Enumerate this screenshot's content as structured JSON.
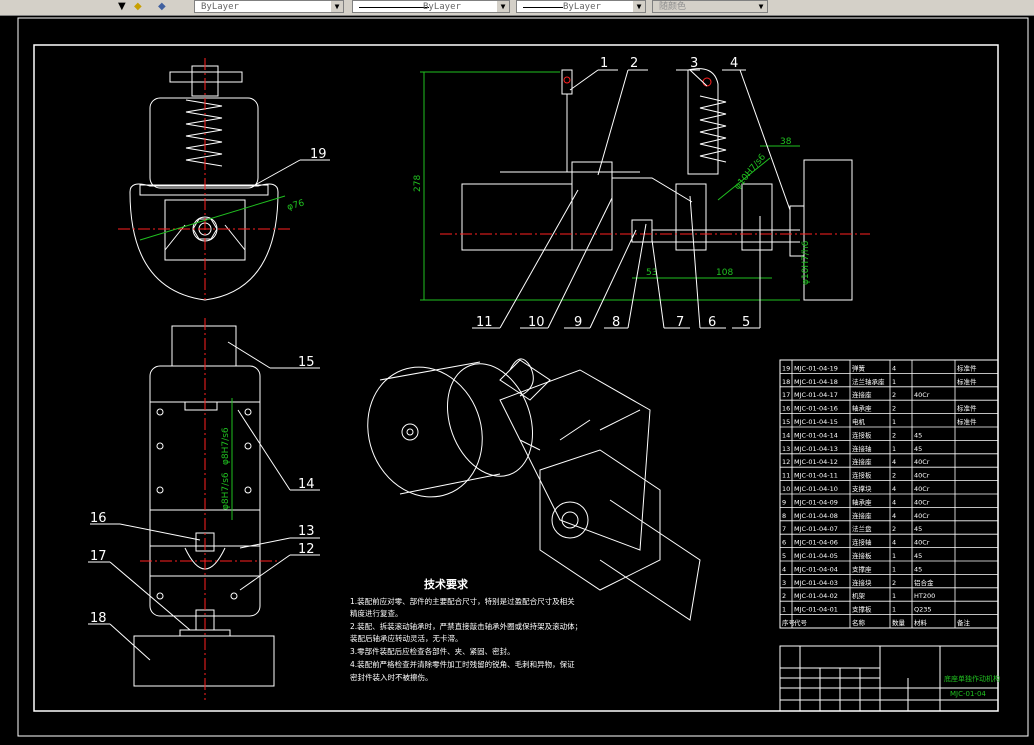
{
  "toolbar": {
    "layer_color_combo": "ByLayer",
    "linetype_combo": "ByLayer",
    "lineweight_combo": "ByLayer",
    "plotstyle_combo": "随颜色"
  },
  "drawing": {
    "balloons_front": [
      "1",
      "2",
      "3",
      "4"
    ],
    "balloons_front_bottom": [
      "11",
      "10",
      "9",
      "8",
      "7",
      "6",
      "5"
    ],
    "dims_front": {
      "height": "278",
      "a": "38",
      "b": "53",
      "c": "108",
      "d": "φ10H7/h6",
      "e": "φ10H7/s6"
    },
    "balloons_left": [
      "19",
      "15",
      "14",
      "16",
      "13",
      "12",
      "17",
      "18"
    ],
    "dims_left": {
      "dia": "φ76",
      "fit1": "φ8H7/s6",
      "fit2": "φ8H7/s6"
    }
  },
  "tech": {
    "title": "技术要求",
    "lines": [
      "1.装配前应对零、部件的主要配合尺寸，特别是过盈配合尺寸及相关",
      "精度进行复查。",
      "2.装配、拆装滚动轴承时，严禁直接敲击轴承外圈或保持架及滚动体；",
      "装配后轴承应转动灵活，无卡滞。",
      "3.零部件装配后应检查各部件、夹、紧固、密封。",
      "4.装配前严格检查并清除零件加工时残留的锐角、毛刺和异物，保证",
      "密封件装入时不被擦伤。"
    ]
  },
  "bom": {
    "rows": [
      [
        "19",
        "MJC-01-04-19",
        "弹簧",
        "4",
        "",
        "标准件"
      ],
      [
        "18",
        "MJC-01-04-18",
        "法兰轴承座",
        "1",
        "",
        "标准件"
      ],
      [
        "17",
        "MJC-01-04-17",
        "连接座",
        "2",
        "40Cr",
        ""
      ],
      [
        "16",
        "MJC-01-04-16",
        "轴承座",
        "2",
        "",
        "标准件"
      ],
      [
        "15",
        "MJC-01-04-15",
        "电机",
        "1",
        "",
        "标准件"
      ],
      [
        "14",
        "MJC-01-04-14",
        "连接板",
        "2",
        "45",
        ""
      ],
      [
        "13",
        "MJC-01-04-13",
        "连接轴",
        "1",
        "45",
        ""
      ],
      [
        "12",
        "MJC-01-04-12",
        "连接座",
        "4",
        "40Cr",
        ""
      ],
      [
        "11",
        "MJC-01-04-11",
        "连接板",
        "2",
        "40Cr",
        ""
      ],
      [
        "10",
        "MJC-01-04-10",
        "支撑块",
        "4",
        "40Cr",
        ""
      ],
      [
        "9",
        "MJC-01-04-09",
        "轴承座",
        "4",
        "40Cr",
        ""
      ],
      [
        "8",
        "MJC-01-04-08",
        "连接座",
        "4",
        "40Cr",
        ""
      ],
      [
        "7",
        "MJC-01-04-07",
        "法兰盘",
        "2",
        "45",
        ""
      ],
      [
        "6",
        "MJC-01-04-06",
        "连接轴",
        "4",
        "40Cr",
        ""
      ],
      [
        "5",
        "MJC-01-04-05",
        "连接板",
        "1",
        "45",
        ""
      ],
      [
        "4",
        "MJC-01-04-04",
        "支撑座",
        "1",
        "45",
        ""
      ],
      [
        "3",
        "MJC-01-04-03",
        "连接块",
        "2",
        "铝合金",
        ""
      ],
      [
        "2",
        "MJC-01-04-02",
        "机架",
        "1",
        "HT200",
        ""
      ],
      [
        "1",
        "MJC-01-04-01",
        "支撑板",
        "1",
        "Q235",
        ""
      ]
    ],
    "header": [
      "序号",
      "代号",
      "名称",
      "数量",
      "材料",
      "备注"
    ],
    "title_name": "底座单独作动机构",
    "title_code": "MJC-01-04"
  }
}
